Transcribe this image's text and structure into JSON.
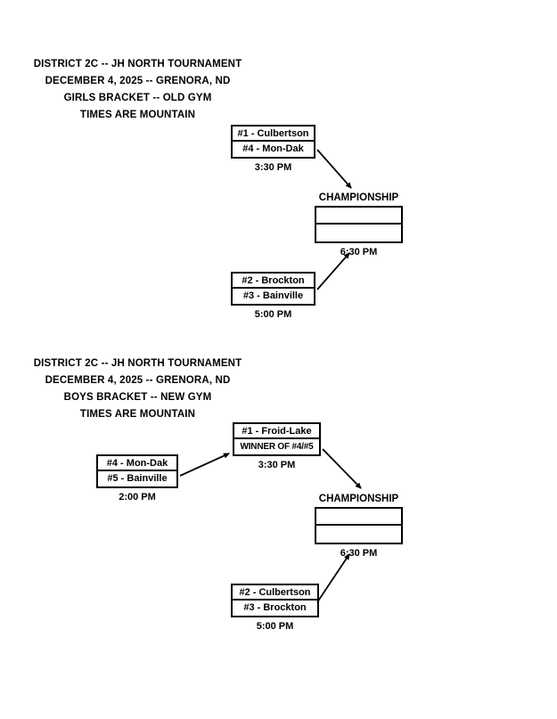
{
  "document": {
    "title": "District 2C JH North Tournament Brackets"
  },
  "brackets": [
    {
      "id": "girls",
      "header": {
        "line1": "DISTRICT 2C -- JH NORTH TOURNAMENT",
        "line2": "DECEMBER 4, 2025 -- GRENORA, ND",
        "line3": "GIRLS BRACKET -- OLD GYM",
        "line4": "TIMES ARE MOUNTAIN"
      },
      "games": [
        {
          "id": "girls-semifinal-1",
          "top_seed": "#1 - Culbertson",
          "bottom_seed": "#4 - Mon-Dak",
          "time": "3:30 PM"
        },
        {
          "id": "girls-semifinal-2",
          "top_seed": "#2 - Brockton",
          "bottom_seed": "#3 - Bainville",
          "time": "5:00 PM"
        }
      ],
      "championship": {
        "label": "CHAMPIONSHIP",
        "top_seed": "",
        "bottom_seed": "",
        "time": "6:30 PM"
      }
    },
    {
      "id": "boys",
      "header": {
        "line1": "DISTRICT 2C -- JH NORTH TOURNAMENT",
        "line2": "DECEMBER 4, 2025 -- GRENORA, ND",
        "line3": "BOYS BRACKET -- NEW GYM",
        "line4": "TIMES ARE MOUNTAIN"
      },
      "games": [
        {
          "id": "boys-playin",
          "top_seed": "#4 - Mon-Dak",
          "bottom_seed": "#5 - Bainville",
          "time": "2:00 PM"
        },
        {
          "id": "boys-semifinal-1",
          "top_seed": "#1 - Froid-Lake",
          "bottom_seed": "WINNER OF #4/#5",
          "time": "3:30 PM"
        },
        {
          "id": "boys-semifinal-2",
          "top_seed": "#2 - Culbertson",
          "bottom_seed": "#3 - Brockton",
          "time": "5:00 PM"
        }
      ],
      "championship": {
        "label": "CHAMPIONSHIP",
        "top_seed": "",
        "bottom_seed": "",
        "time": "6:30 PM"
      }
    }
  ],
  "colors": {
    "ink": "#000000",
    "paper": "#ffffff"
  }
}
